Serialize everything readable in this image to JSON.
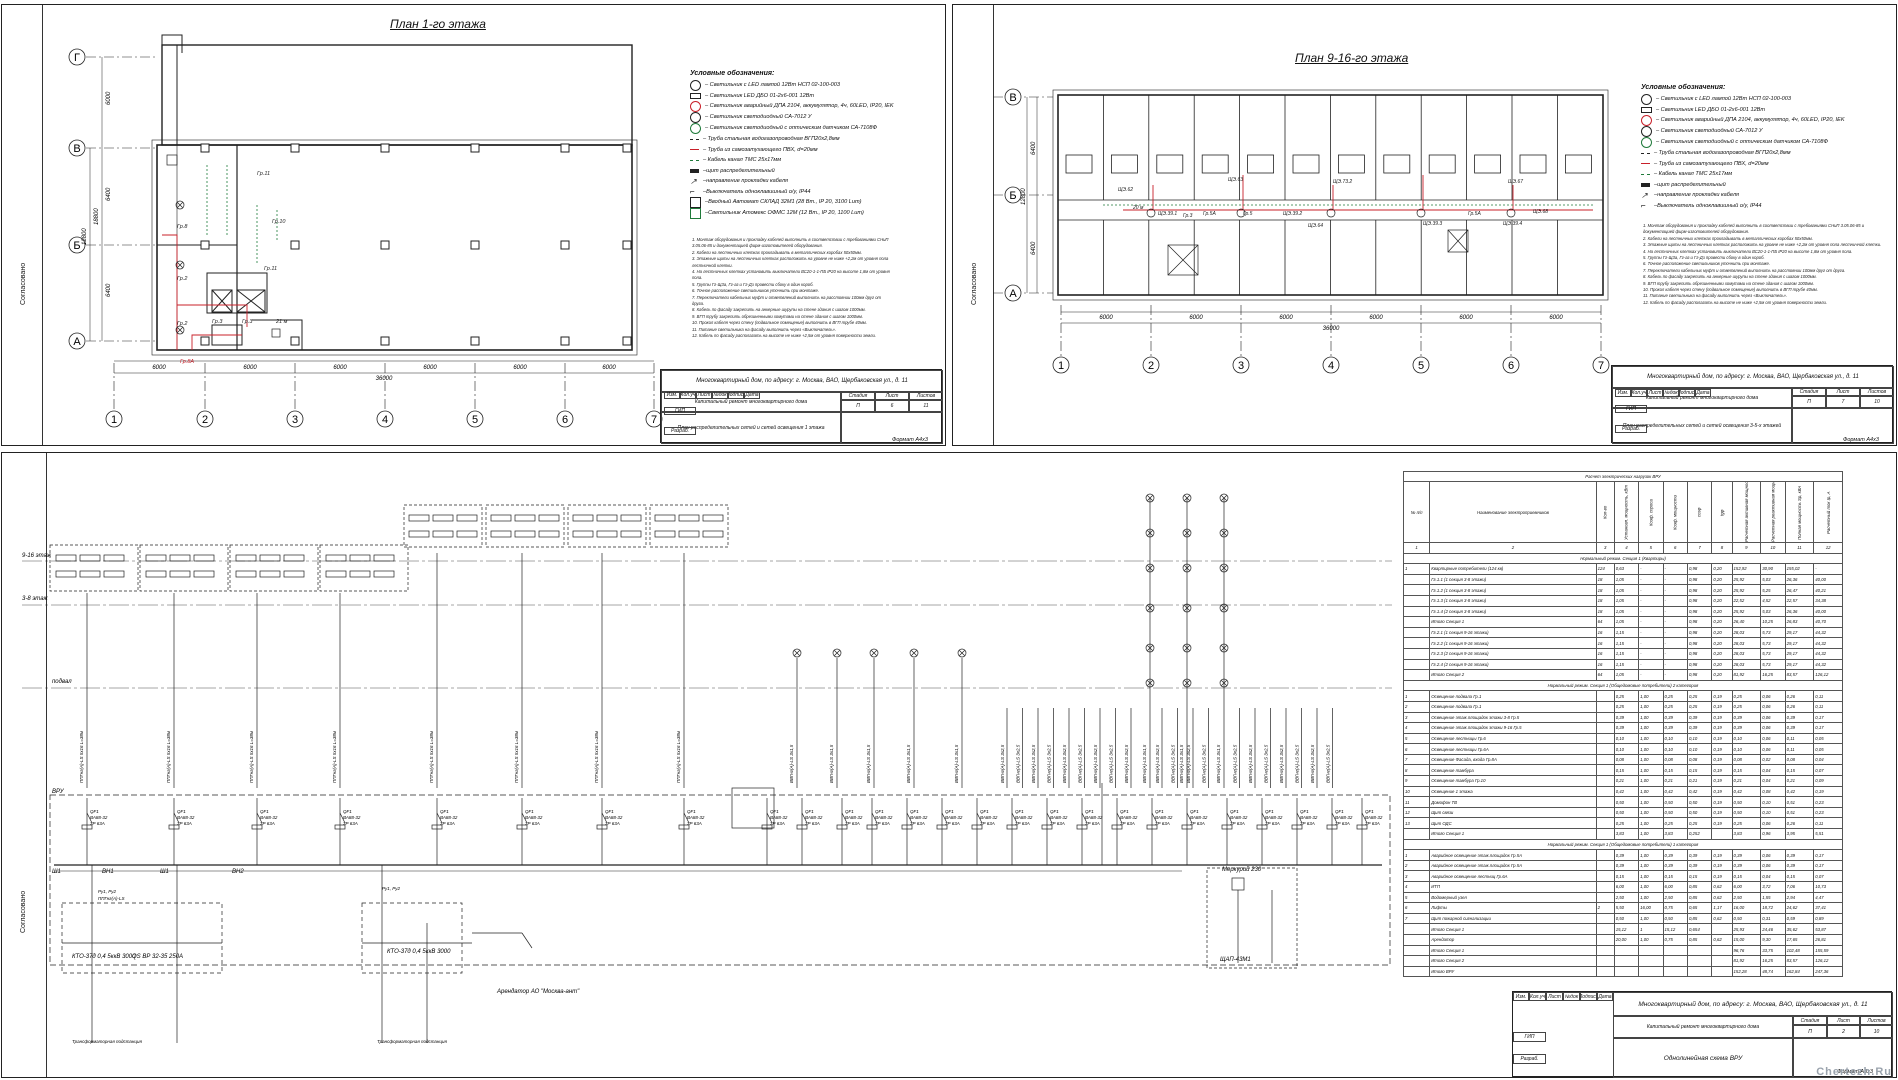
{
  "sheets": {
    "floor1": {
      "title": "План 1-го этажа",
      "axes_letters": [
        "Г",
        "В",
        "Б",
        "А"
      ],
      "axes_numbers": [
        "1",
        "2",
        "3",
        "4",
        "5",
        "6",
        "7"
      ],
      "dims_h": [
        "6000",
        "6000",
        "6000",
        "6000",
        "6000",
        "6000"
      ],
      "total_dim": "36000",
      "dims_v": [
        "6000",
        "6400",
        "6400"
      ],
      "total_v": "18800",
      "sub_v": "12800",
      "groups": [
        "Гр.10",
        "Гр.11",
        "Гр.11",
        "Гр.2",
        "Гр.2",
        "Гр.3",
        "Гр.3",
        "Гр.8",
        "Гр.8А"
      ],
      "room_label": "21 м",
      "side_label": "Согласовано",
      "format": "Формат А4х3"
    },
    "floor9": {
      "title": "План 9-16-го этажа",
      "axes_letters": [
        "В",
        "Б",
        "А"
      ],
      "axes_numbers": [
        "1",
        "2",
        "3",
        "4",
        "5",
        "6",
        "7"
      ],
      "dims_h": [
        "6000",
        "6000",
        "6000",
        "6000",
        "6000",
        "6000"
      ],
      "total_dim": "36000",
      "dims_v": [
        "6400",
        "6400"
      ],
      "total_v": "12800",
      "panels": [
        "ЩЭ.62",
        "ЩЭ.63",
        "ЩЭ.73.2",
        "ЩЭ.67",
        "ЩЭ.64",
        "ЩЭ.68",
        "ЩЭ.39.1",
        "ЩЭ.39.2",
        "ЩЭ.39.3",
        "ЩЭ.39.4"
      ],
      "groups": [
        "Гр.5А",
        "Гр.5",
        "Гр.3",
        "Гр.5А"
      ],
      "room_label": "20 м",
      "side_label": "Согласовано",
      "format": "Формат А4х3"
    },
    "scheme": {
      "floor_labels": [
        "9-16 этаж",
        "3-8 этаж",
        "подвал"
      ],
      "side_label": "Согласовано",
      "panel_name": "ВРУ",
      "bus_labels": [
        "Ш1",
        "Ш1",
        "ВН1",
        "ВН2"
      ],
      "breaker_label": "QF1",
      "breaker_type": "ВА88-32",
      "breaker_spec": "3Р 63А",
      "left_device": "КТО-37д 0,4 5ккВ 3000",
      "left_fuse": "QS ВР 32-35 250А",
      "mid_device": "КТО-37д 0,4 5ккВ 3000",
      "meter": "Меркурий 230",
      "shch": "ЩАП-43М1",
      "arendator": "Арендатор АО \"Москва-ант\"",
      "format": "Формат А3х3"
    }
  },
  "legend_floor1": {
    "heading": "Условные обозначения:",
    "items": [
      "– Светильник с LED лампой 12Вт НСП 02-100-003",
      "– Светильник LED ДБО 01-2х6-001 12Вт",
      "– Светильник аварийный ДПА 2104, аккумулятор, 4ч, 60LED, IP20, IEK",
      "– Светильник светодиодный СА-7012 У",
      "– Светильник светодиодный с оптическим датчиком СА-7108Ф",
      "– Труба стальная водогазопроводная ВГП20х2,8мм",
      "– Труба из самозатухающего ПВХ, d=20мм",
      "– Кабель канал ТМС 25х17мм",
      "–щит распределительный",
      "–направление прокладки кабеля",
      "–Выключатель одноклавишный о/у, IP44",
      "–Вводный Автомат СКЛАД 32М1 (28 Вт., IP 20, 3100 Lum)",
      "–Светильник Атомекс ОФМС 12М (12 Вт., IP 20, 1100 Lum)"
    ]
  },
  "legend_floor9": {
    "heading": "Условные обозначения:",
    "items": [
      "– Светильник с LED лампой 12Вт НСП 02-100-003",
      "– Светильник LED ДБО 01-2х6-001 12Вт",
      "– Светильник аварийный ДПА 2104, аккумулятор, 4ч, 60LED, IP20, IEK",
      "– Светильник светодиодный СА-7012 У",
      "– Светильник светодиодный с оптическим датчиком СА-7108Ф",
      "– Труба стальная водогазопроводная ВГП20х2,8мм",
      "– Труба из самозатухающего ПВХ, d=20мм",
      "– Кабель канал ТМС 25х17мм",
      "–щит распределительный",
      "–направление прокладки кабеля",
      "–Выключатель одноклавишный о/у, IP44"
    ]
  },
  "notes": [
    "1.  Монтаж оборудования и прокладку кабелей выполнить в соответствии с требованиями СНиП 3.05.06-85 и документацией фирм-изготовителей оборудования.",
    "2.  Кабели на лестничных клетках прокладывать в металлических коробах 50х50мм.",
    "3.  Этажные щиты на лестничных клетках расположить на уровне не ниже +2,2м от уровня пола лестничной клетки.",
    "4.  На лестничных клетках установить выключатели ВС20-1-1-ПБ IP20 на высоте 1,8м от уровня пола.",
    "5.  Группы Гг-Щ3а, Гг-аз и Гг-Дз провести сбоку в один короб.",
    "6.  Точное расположение светильников уточнить при монтаже.",
    "7.  Переключатели кабельных муфт и ответвлений выполнить на расстоянии 100мм друг от друга.",
    "8.  Кабель по фасаду закрепить на анкерные шурупы на стене здания с шагом 1000мм.",
    "9.  ВГП трубу закрепить обрезиненными хомутами на стене здания с шагом 1000мм.",
    "10. Прокол кабеля через стену (подвальное помещение) выполнить в ВГП трубе 40мм.",
    "11. Питание светильника на фасаду выполнить через «Выключатель».",
    "12. Кабель по фасаду располагать на высоте не ниже +2,5м от уровня поверхности земли."
  ],
  "stamps": {
    "floor1": {
      "object": "Многоквартирный дом, по адресу: г. Москва, ВАО, Щербаковская ул., д. 11",
      "project": "Капитальный ремонт многоквартирного дома",
      "sheet_title": "План распределительных сетей и сетей освещения 1 этажа",
      "stage": "П",
      "sheet": "6",
      "sheets": "11",
      "h_stage": "Стадия",
      "h_sheet": "Лист",
      "h_sheets": "Листов",
      "cols": [
        "Изм.",
        "Кол.уч",
        "Лист",
        "№док",
        "Подпись",
        "Дата"
      ],
      "roles": [
        "ГИП",
        "Разраб."
      ]
    },
    "floor9": {
      "object": "Многоквартирный дом, по адресу: г. Москва, ВАО, Щербаковская ул., д. 11",
      "project": "Капитальный ремонт многоквартирного дома",
      "sheet_title": "План распределительных сетей и сетей освещения 3-5-х этажей",
      "stage": "П",
      "sheet": "7",
      "sheets": "10",
      "h_stage": "Стадия",
      "h_sheet": "Лист",
      "h_sheets": "Листов",
      "cols": [
        "Изм.",
        "Кол.уч",
        "Лист",
        "№док",
        "Подпись",
        "Дата"
      ],
      "roles": [
        "ГИП",
        "Разраб."
      ]
    },
    "scheme": {
      "object": "Многоквартирный дом, по адресу: г. Москва, ВАО, Щербаковская ул., д. 11",
      "project": "Капитальный ремонт многоквартирного дома",
      "sheet_title": "Однолинейная схема ВРУ",
      "stage": "П",
      "sheet": "2",
      "sheets": "10",
      "h_stage": "Стадия",
      "h_sheet": "Лист",
      "h_sheets": "Листов",
      "cols": [
        "Изм.",
        "Кол.уч",
        "Лист",
        "№док",
        "Подпись",
        "Дата"
      ],
      "roles": [
        "ГИП",
        "Разраб."
      ]
    }
  },
  "table": {
    "title": "Расчет электрических нагрузок ВРУ",
    "headers": [
      "№ п/п",
      "Наименование электроприемников",
      "Кол-во",
      "Установл. мощность, кВт",
      "Коэф. спроса",
      "Коэф. мощности",
      "cosφ",
      "tgφ",
      "Расчетная активная мощность Рр, кВт",
      "Расчетная реактивная мощность Qр, кВАр",
      "Полная мощность Sр, кВА",
      "Расчетный ток Iр, А"
    ],
    "header_nums": [
      "1",
      "2",
      "3",
      "4",
      "5",
      "6",
      "7",
      "8",
      "9",
      "10",
      "11",
      "12"
    ],
    "sections": [
      {
        "title": "Нормальный режим. Секция 1 (Квартиры)",
        "rows": [
          [
            "1",
            "Квартирные потребители (124 кв)",
            "124",
            "0,63",
            "-",
            "-",
            "0,98",
            "0,20",
            "152,92",
            "30,90",
            "155,02",
            "-"
          ],
          [
            "",
            "Гг.1.1 (1 секция 3-8 этажи)",
            "18",
            "1,05",
            "-",
            "-",
            "0,98",
            "0,20",
            "25,92",
            "5,03",
            "26,36",
            "40,00"
          ],
          [
            "",
            "Гг.1.2 (1 секция 3-8 этажи)",
            "18",
            "1,05",
            "-",
            "-",
            "0,98",
            "0,20",
            "25,92",
            "5,25",
            "26,47",
            "40,21"
          ],
          [
            "",
            "Гг.1.3 (1 секция 3-8 этажи)",
            "18",
            "1,05",
            "-",
            "-",
            "0,98",
            "0,20",
            "22,52",
            "4,52",
            "22,57",
            "34,38"
          ],
          [
            "",
            "Гг.1.4 (2 секция 3-8 этажи)",
            "18",
            "1,05",
            "-",
            "-",
            "0,98",
            "0,20",
            "25,92",
            "5,03",
            "26,36",
            "40,00"
          ],
          [
            "",
            "Итого Секция 1",
            "64",
            "1,05",
            "-",
            "-",
            "0,98",
            "0,20",
            "26,40",
            "10,25",
            "26,83",
            "40,70"
          ],
          [
            "",
            "Гг.2.1 (1 секция 9-16 этажи)",
            "16",
            "1,15",
            "-",
            "-",
            "0,98",
            "0,20",
            "28,03",
            "5,73",
            "29,17",
            "44,32"
          ],
          [
            "",
            "Гг.2.2 (1 секция 9-16 этажи)",
            "16",
            "1,15",
            "-",
            "-",
            "0,98",
            "0,20",
            "28,03",
            "5,73",
            "29,17",
            "44,32"
          ],
          [
            "",
            "Гг.2.3 (2 секция 9-16 этажи)",
            "16",
            "1,15",
            "-",
            "-",
            "0,98",
            "0,20",
            "28,03",
            "5,73",
            "29,17",
            "44,32"
          ],
          [
            "",
            "Гг.2.4 (2 секция 9-16 этажи)",
            "16",
            "1,15",
            "-",
            "-",
            "0,98",
            "0,20",
            "28,03",
            "5,73",
            "29,17",
            "44,32"
          ],
          [
            "",
            "Итого Секция 2",
            "64",
            "1,05",
            "-",
            "-",
            "0,98",
            "0,20",
            "81,92",
            "16,25",
            "83,57",
            "126,12"
          ]
        ]
      },
      {
        "title": "Нормальный режим. Секция 1 (Общедомовые потребители) 2 категория",
        "rows": [
          [
            "1",
            "Освещение подвала Гр.1",
            "",
            "0,25",
            "1,00",
            "0,25",
            "0,25",
            "0,19",
            "0,25",
            "0,06",
            "0,26",
            "0,11"
          ],
          [
            "2",
            "Освещение подвала Гр.1",
            "",
            "0,25",
            "1,00",
            "0,25",
            "0,25",
            "0,19",
            "0,25",
            "0,06",
            "0,26",
            "0,11"
          ],
          [
            "3",
            "Освещение этаж.площадок этажи 3-8 Гр.5",
            "",
            "0,39",
            "1,00",
            "0,39",
            "0,39",
            "0,19",
            "0,39",
            "0,06",
            "0,39",
            "0,17"
          ],
          [
            "4",
            "Освещение этаж.площадок этажи 9-16 Гр.5",
            "",
            "0,39",
            "1,00",
            "0,39",
            "0,39",
            "0,19",
            "0,39",
            "0,06",
            "0,39",
            "0,17"
          ],
          [
            "5",
            "Освещение лестницы Гр.6",
            "",
            "0,10",
            "1,00",
            "0,10",
            "0,10",
            "0,19",
            "0,10",
            "0,06",
            "0,11",
            "0,05"
          ],
          [
            "6",
            "Освещение лестницы Гр.6А",
            "",
            "0,10",
            "1,00",
            "0,10",
            "0,10",
            "0,19",
            "0,10",
            "0,06",
            "0,11",
            "0,05"
          ],
          [
            "7",
            "Освещение Фасада, входа Гр.8А",
            "",
            "0,08",
            "1,00",
            "0,08",
            "0,08",
            "0,19",
            "0,08",
            "0,02",
            "0,08",
            "0,04"
          ],
          [
            "8",
            "Освещение тамбура",
            "",
            "0,15",
            "1,00",
            "0,15",
            "0,15",
            "0,19",
            "0,15",
            "0,04",
            "0,15",
            "0,07"
          ],
          [
            "9",
            "Освещение тамбура Гр.10",
            "",
            "0,21",
            "1,00",
            "0,21",
            "0,21",
            "0,19",
            "0,21",
            "0,04",
            "0,21",
            "0,09"
          ],
          [
            "10",
            "Освещение 1 этажа",
            "",
            "0,42",
            "1,00",
            "0,42",
            "0,42",
            "0,19",
            "0,42",
            "0,08",
            "0,42",
            "0,19"
          ],
          [
            "11",
            "Домофон ТВ",
            "",
            "0,50",
            "1,00",
            "0,50",
            "0,50",
            "0,19",
            "0,50",
            "0,10",
            "0,51",
            "0,23"
          ],
          [
            "12",
            "Щит связи",
            "",
            "0,50",
            "1,00",
            "0,50",
            "0,50",
            "0,19",
            "0,50",
            "0,10",
            "0,51",
            "0,23"
          ],
          [
            "13",
            "Щит ОДС",
            "",
            "0,25",
            "1,00",
            "0,25",
            "0,25",
            "0,19",
            "0,25",
            "0,06",
            "0,26",
            "0,11"
          ],
          [
            "",
            "Итого Секция 1",
            "",
            "3,83",
            "1,00",
            "3,83",
            "0,252",
            "",
            "3,83",
            "0,96",
            "3,95",
            "5,51"
          ]
        ]
      },
      {
        "title": "Нормальный режим. Секция 1 (Общедомовые потребители) 1 категория",
        "rows": [
          [
            "1",
            "Аварийное освещение этаж.площадок Гр.5А",
            "",
            "0,39",
            "1,00",
            "0,39",
            "0,39",
            "0,19",
            "0,39",
            "0,06",
            "0,39",
            "0,17"
          ],
          [
            "2",
            "Аварийное освещение этаж.площадок Гр.5А",
            "",
            "0,39",
            "1,00",
            "0,39",
            "0,39",
            "0,19",
            "0,39",
            "0,06",
            "0,39",
            "0,17"
          ],
          [
            "3",
            "Аварийное освещение лестниц Гр.6А",
            "",
            "0,15",
            "1,00",
            "0,15",
            "0,15",
            "0,19",
            "0,15",
            "0,04",
            "0,15",
            "0,07"
          ],
          [
            "4",
            "ИТП",
            "",
            "6,00",
            "1,00",
            "6,00",
            "0,85",
            "0,62",
            "6,00",
            "3,72",
            "7,06",
            "10,73"
          ],
          [
            "5",
            "Водомерный узел",
            "",
            "2,50",
            "1,00",
            "2,50",
            "0,85",
            "0,62",
            "2,50",
            "1,55",
            "2,94",
            "4,47"
          ],
          [
            "6",
            "Лифты",
            "2",
            "5,50",
            "16,00",
            "0,75",
            "0,65",
            "1,17",
            "16,00",
            "18,72",
            "24,62",
            "37,41"
          ],
          [
            "7",
            "Щит пожарной сигнализации",
            "",
            "0,50",
            "1,00",
            "0,50",
            "0,85",
            "0,62",
            "0,50",
            "0,31",
            "0,59",
            "0,89"
          ],
          [
            "",
            "Итого Секция 1",
            "",
            "15,12",
            "1",
            "15,12",
            "0,654",
            "",
            "25,93",
            "24,46",
            "35,62",
            "53,87"
          ],
          [
            "",
            "Арендатор",
            "",
            "20,00",
            "1,00",
            "0,75",
            "0,85",
            "0,62",
            "15,00",
            "9,30",
            "17,65",
            "26,81"
          ],
          [
            "",
            "Итого Секция 1",
            "",
            "",
            "",
            "",
            "",
            "",
            "96,76",
            "33,75",
            "102,48",
            "155,59"
          ],
          [
            "",
            "Итого Секция 2",
            "",
            "",
            "",
            "",
            "",
            "",
            "81,92",
            "16,25",
            "83,57",
            "126,12"
          ],
          [
            "",
            "Итого ВРУ",
            "",
            "",
            "",
            "",
            "",
            "",
            "152,28",
            "48,74",
            "162,84",
            "247,36"
          ]
        ]
      }
    ]
  },
  "watermark": "Chertezh.Ru",
  "colors": {
    "line": "#222222",
    "accent_red": "#c8202a",
    "green": "#1f7a3a"
  }
}
